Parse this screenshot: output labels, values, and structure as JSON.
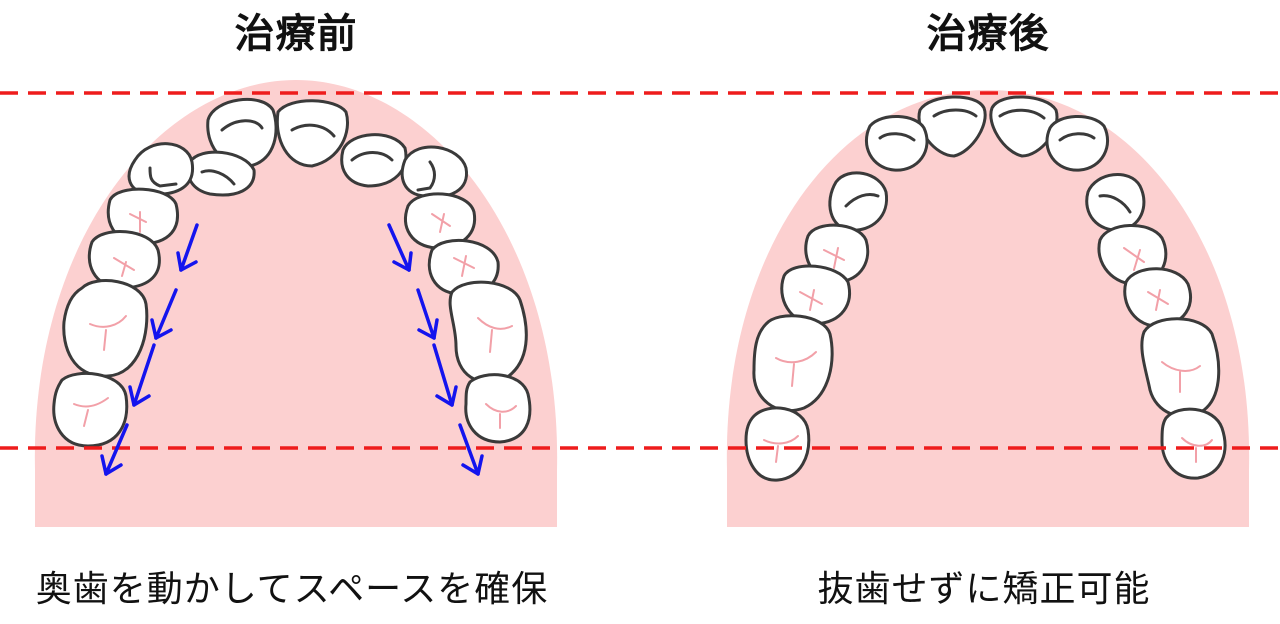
{
  "panels": [
    {
      "title": "治療前",
      "caption": "奥歯を動かしてスペースを確保"
    },
    {
      "title": "治療後",
      "caption": "抜歯せずに矯正可能"
    }
  ],
  "colors": {
    "gum": "#fcd0d0",
    "tooth_outline": "#3a3a3a",
    "tooth_fill": "#ffffff",
    "tooth_detail_pink": "#f2a0a8",
    "guide_line": "#ee1c1c",
    "arrow": "#1414ee"
  }
}
